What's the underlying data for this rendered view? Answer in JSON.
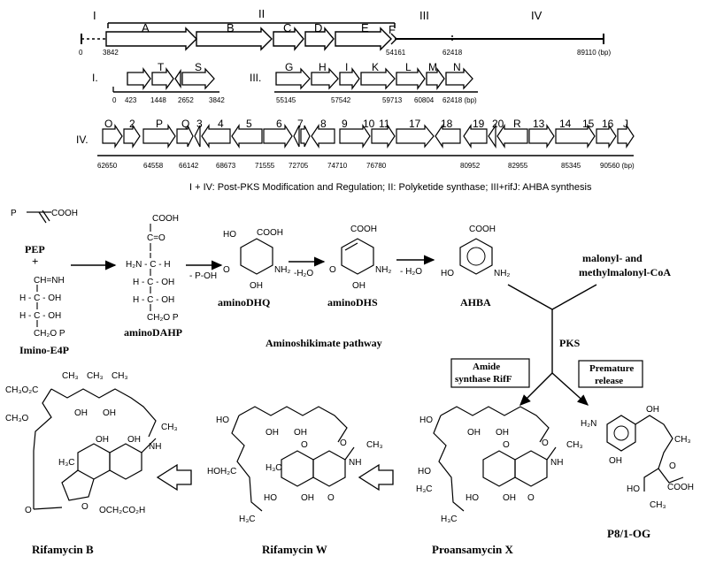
{
  "gene_map": {
    "overview": {
      "regions": [
        "I",
        "II",
        "III",
        "IV"
      ],
      "genes": [
        "A",
        "B",
        "C",
        "D",
        "E",
        "F"
      ],
      "coords": [
        "0",
        "3842",
        "54161",
        "62418",
        "89110 (bp)"
      ]
    },
    "row1": {
      "region_I": "I.",
      "region_III": "III.",
      "genes_I": [
        "T",
        "S"
      ],
      "genes_III": [
        "G",
        "H",
        "I",
        "K",
        "L",
        "M",
        "N"
      ],
      "coords_I": [
        "0",
        "423",
        "1448",
        "2652",
        "3842"
      ],
      "coords_III": [
        "55145",
        "57542",
        "59713",
        "60804",
        "62418 (bp)"
      ]
    },
    "row2": {
      "region": "IV.",
      "genes": [
        "O",
        "2",
        "P",
        "Q",
        "3",
        "4",
        "5",
        "6",
        "7",
        "8",
        "9",
        "10",
        "11",
        "17",
        "18",
        "19",
        "20",
        "R",
        "13",
        "14",
        "15",
        "16",
        "J"
      ],
      "coords": [
        "62650",
        "64558",
        "66142",
        "68673",
        "71555",
        "72705",
        "74710",
        "76780",
        "80952",
        "82955",
        "85345",
        "90560 (bp)"
      ]
    },
    "legend": "I + IV: Post-PKS Modification and Regulation; II: Polyketide synthase;  III+rifJ: AHBA synthesis"
  },
  "pathway": {
    "compounds": {
      "pep": "PEP",
      "plus": "+",
      "imino_e4p": "Imino-E4P",
      "amino_dahp": "aminoDAHP",
      "amino_dhq": "aminoDHQ",
      "amino_dhs": "aminoDHS",
      "ahba": "AHBA",
      "malonyl": "malonyl- and",
      "methylmalonyl": "methylmalonyl-CoA"
    },
    "step_labels": {
      "p_oh": "- P-OH",
      "h2o_1": "-H₂O",
      "h2o_2": "- H₂O"
    },
    "pathway_name": "Aminoshikimate pathway",
    "pks": "PKS",
    "boxes": {
      "amide_line1": "Amide",
      "amide_line2": "synthase RifF",
      "premature_line1": "Premature",
      "premature_line2": "release"
    },
    "products": {
      "rifamycin_b": "Rifamycin B",
      "rifamycin_w": "Rifamycin W",
      "proansamycin_x": "Proansamycin X",
      "p8": "P8/1-OG"
    },
    "atoms": {
      "cooh": "COOH",
      "p": "P",
      "ch_nh": "CH=NH",
      "h_c_oh": "H - C - OH",
      "ch2op": "CH₂O P",
      "c_o": "C=O",
      "h2n_c_h": "H₂N - C - H",
      "ch2o_p": "CH₂O P",
      "ho": "HO",
      "nh2": "NH₂",
      "oh": "OH",
      "o": "O",
      "h2n": "H₂N",
      "co2ch3": "CH₃O₂C",
      "ch3o": "CH₃O",
      "ch3": "CH₃",
      "h3c": "H₃C",
      "nh": "NH",
      "hoh2c": "HOH₂C",
      "och2co2h": "OCH₂CO₂H",
      "cooh_ring": "COOH"
    }
  }
}
